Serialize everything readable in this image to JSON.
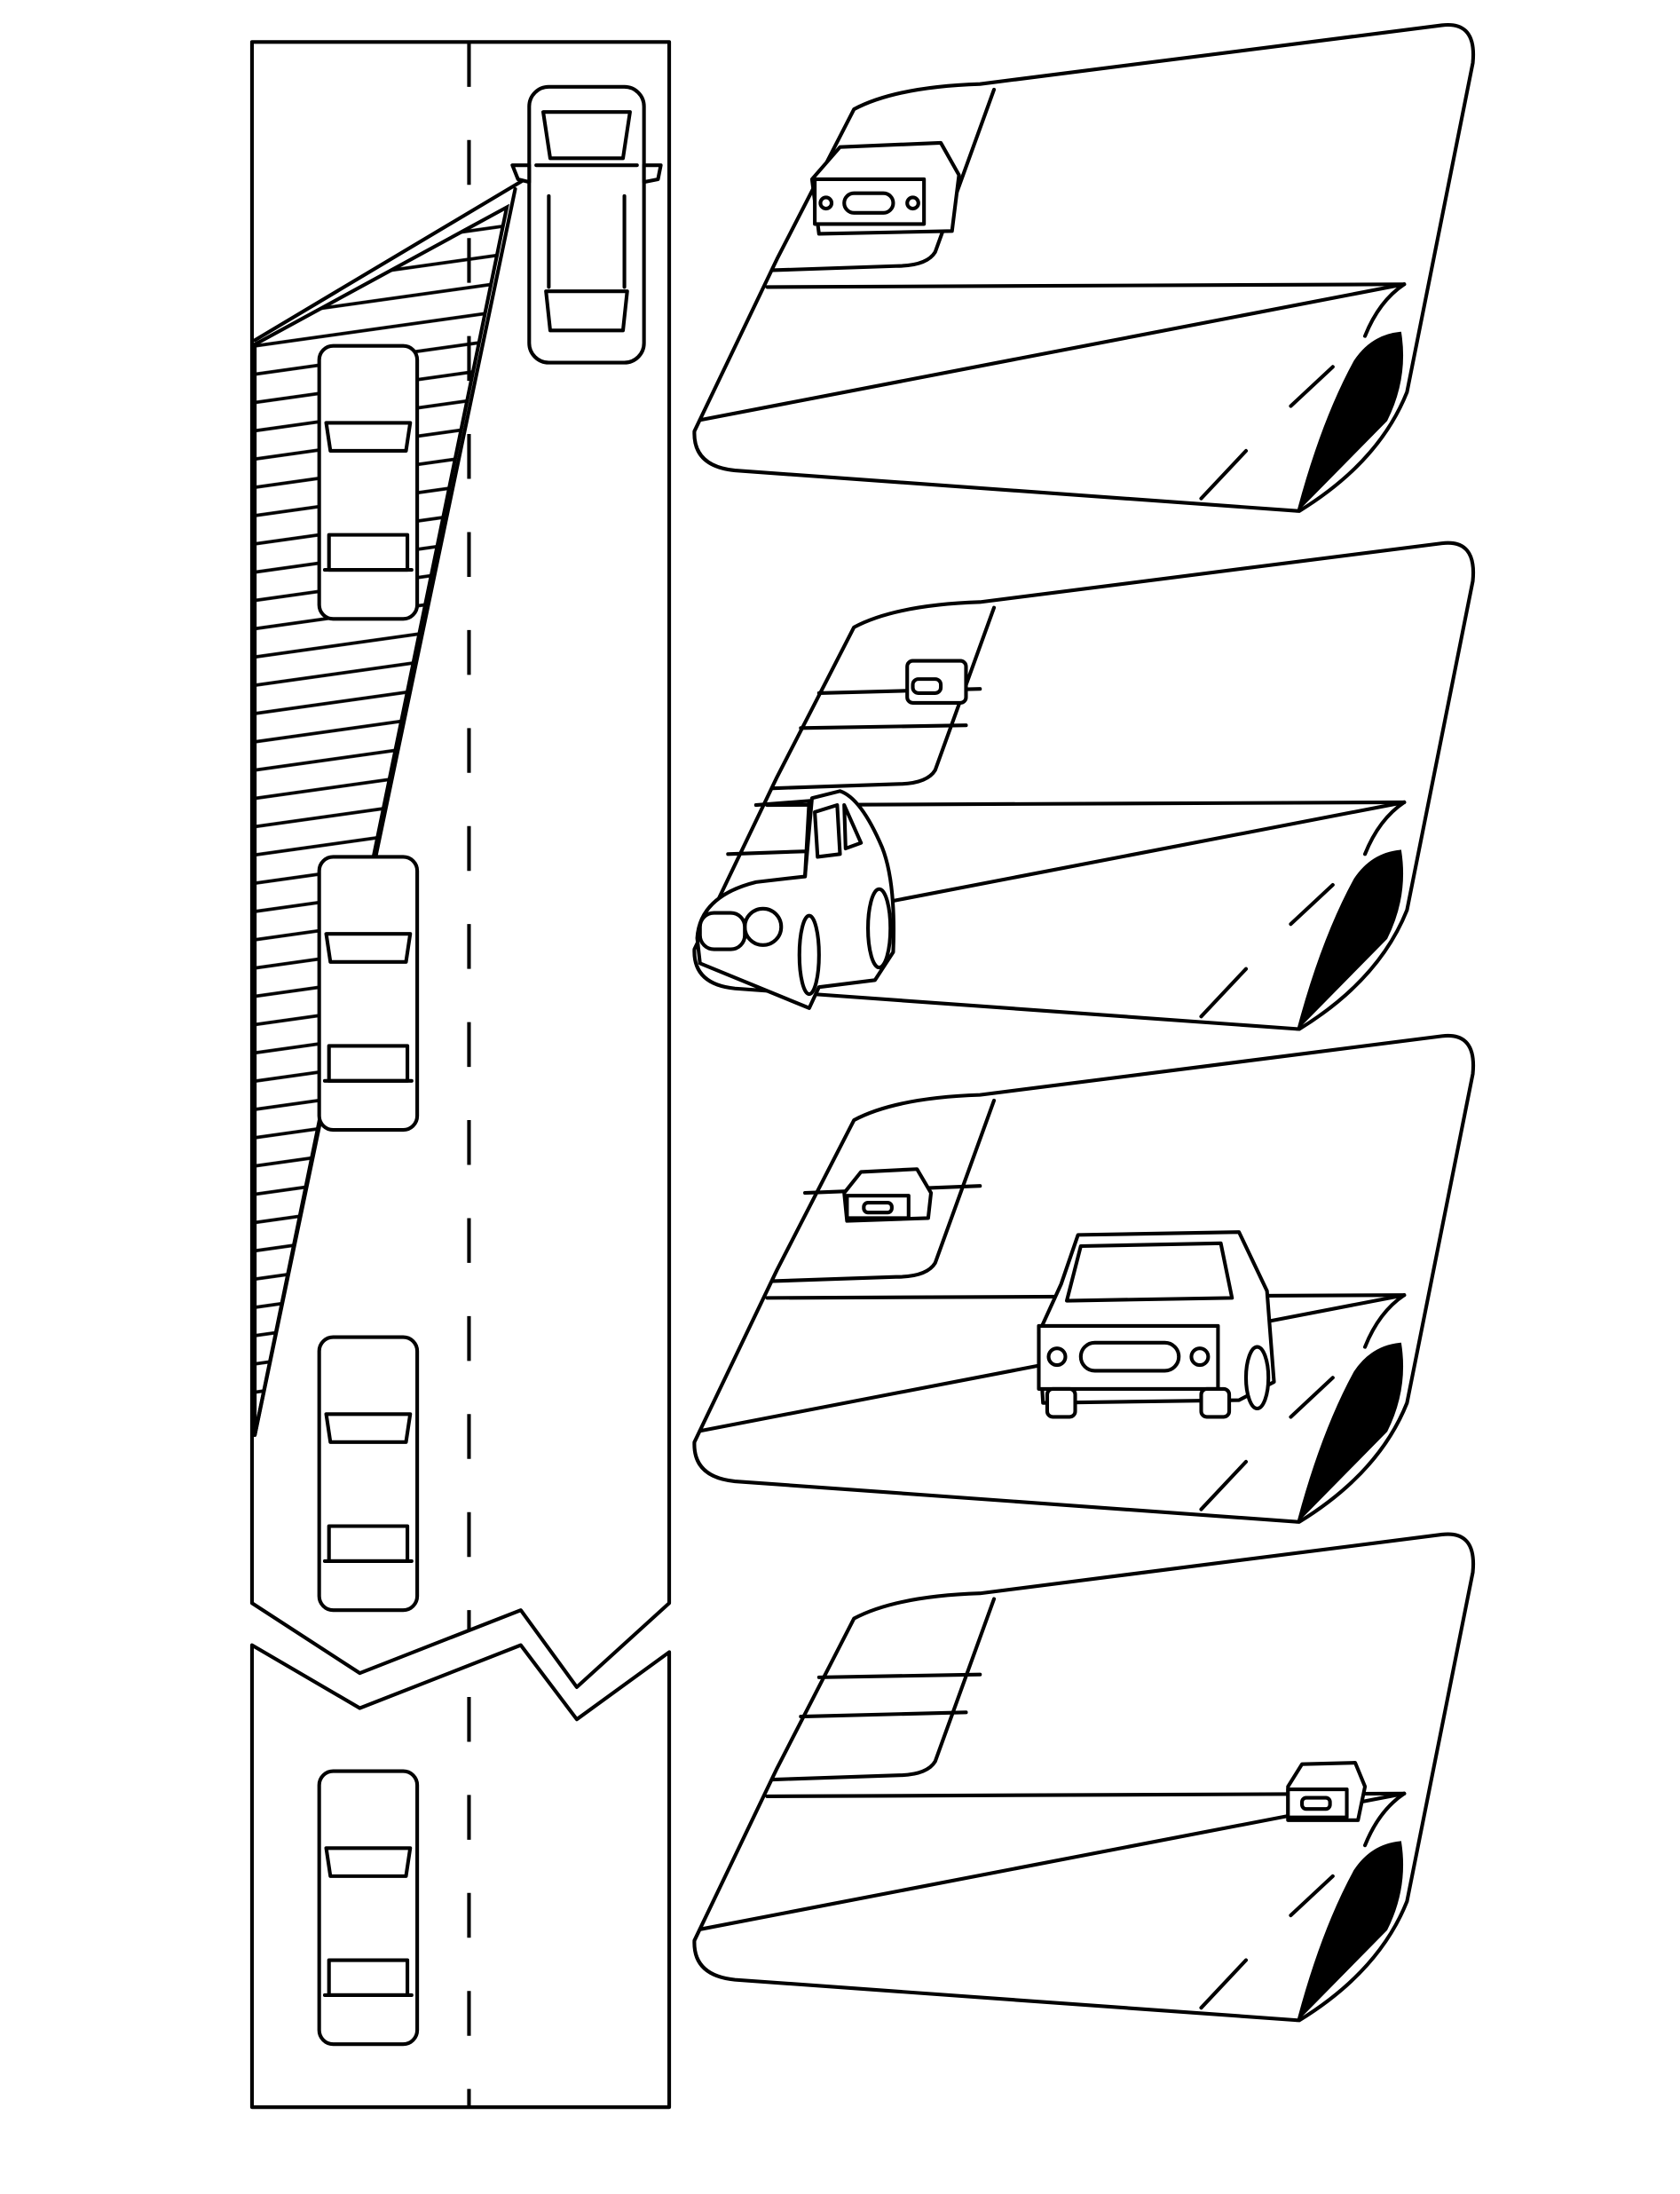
{
  "colors": {
    "line": "#000000",
    "background": "#ffffff",
    "shadow": "#000000"
  },
  "road_view": {
    "vehicles": 5,
    "hatched_region": "blind-spot"
  },
  "mirror_views": [
    {
      "id": 1
    },
    {
      "id": 2
    },
    {
      "id": 3
    },
    {
      "id": 4
    }
  ]
}
